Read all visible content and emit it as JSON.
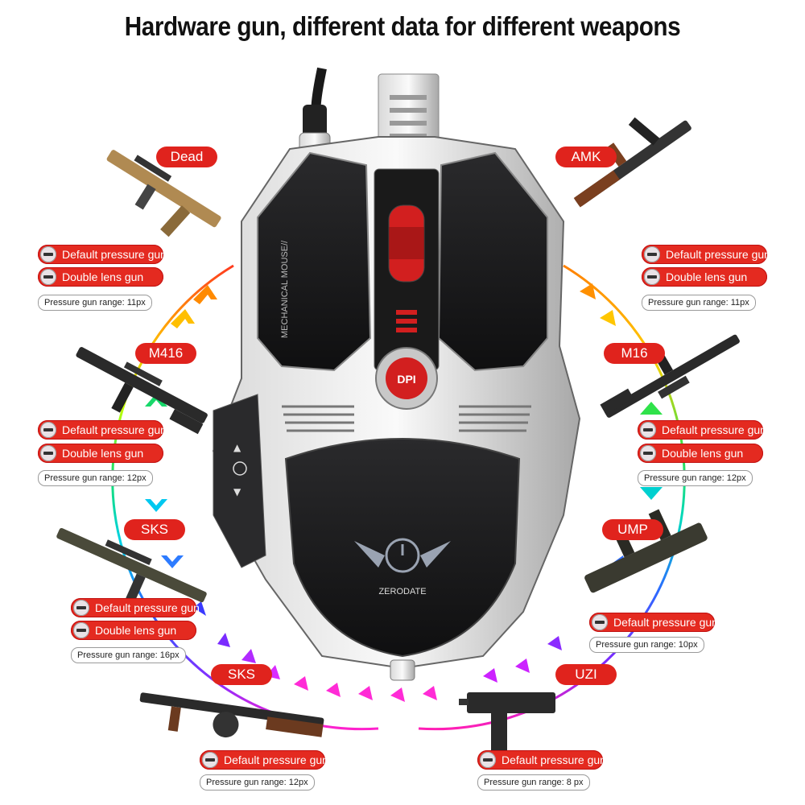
{
  "title": "Hardware gun, different data for different weapons",
  "mouse": {
    "side_text": "MECHANICAL MOUSE//",
    "dpi_label": "DPI",
    "brand": "ZERODATE"
  },
  "weapons": {
    "dead": {
      "name": "Dead",
      "default": "Default pressure gun",
      "double": "Double lens gun",
      "range": "Pressure gun range: 11px"
    },
    "amk": {
      "name": "AMK",
      "default": "Default pressure gun",
      "double": "Double lens gun",
      "range": "Pressure gun range: 11px"
    },
    "m416": {
      "name": "M416",
      "default": "Default pressure gun",
      "double": "Double lens gun",
      "range": "Pressure gun range: 12px"
    },
    "m16": {
      "name": "M16",
      "default": "Default pressure gun",
      "double": "Double lens gun",
      "range": "Pressure gun range: 12px"
    },
    "sks_left": {
      "name": "SKS",
      "default": "Default pressure gun",
      "double": "Double lens gun",
      "range": "Pressure gun range: 16px"
    },
    "ump": {
      "name": "UMP",
      "default": "Default pressure gun",
      "range": "Pressure gun range: 10px"
    },
    "sks_bottom": {
      "name": "SKS",
      "default": "Default pressure gun",
      "range": "Pressure gun range: 12px"
    },
    "uzi": {
      "name": "UZI",
      "default": "Default pressure gun",
      "range": "Pressure gun range: 8 px"
    }
  },
  "colors": {
    "tag_red": "#e0231d",
    "mouse_body": "#1c1c1e",
    "mouse_accent": "#d21f1f"
  }
}
